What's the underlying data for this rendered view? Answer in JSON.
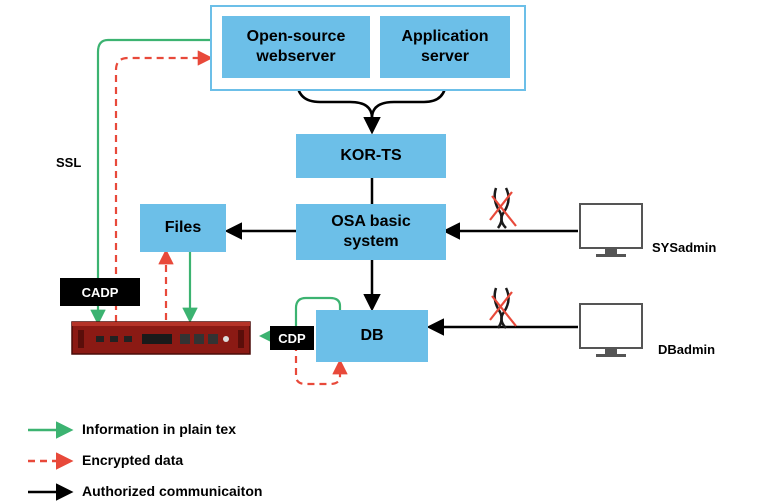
{
  "nodes": {
    "webserver": "Open-source\nwebserver",
    "appserver": "Application\nserver",
    "korts": "KOR-TS",
    "osa": "OSA basic\nsystem",
    "files": "Files",
    "db": "DB"
  },
  "labels": {
    "ssl": "SSL",
    "cadp": "CADP",
    "cdp": "CDP",
    "sysadmin": "SYSadmin",
    "dbadmin": "DBadmin"
  },
  "legend": {
    "plain": "Information in plain tex",
    "encrypted": "Encrypted data",
    "authorized": "Authorized communicaiton"
  },
  "colors": {
    "box": "#6cbfe8",
    "plain": "#3cb371",
    "encrypted": "#e8493a",
    "authorized": "#000000"
  },
  "icons": {
    "monitor": "monitor-icon",
    "blocked": "blocked-access-icon",
    "appliance": "rack-appliance-icon"
  }
}
